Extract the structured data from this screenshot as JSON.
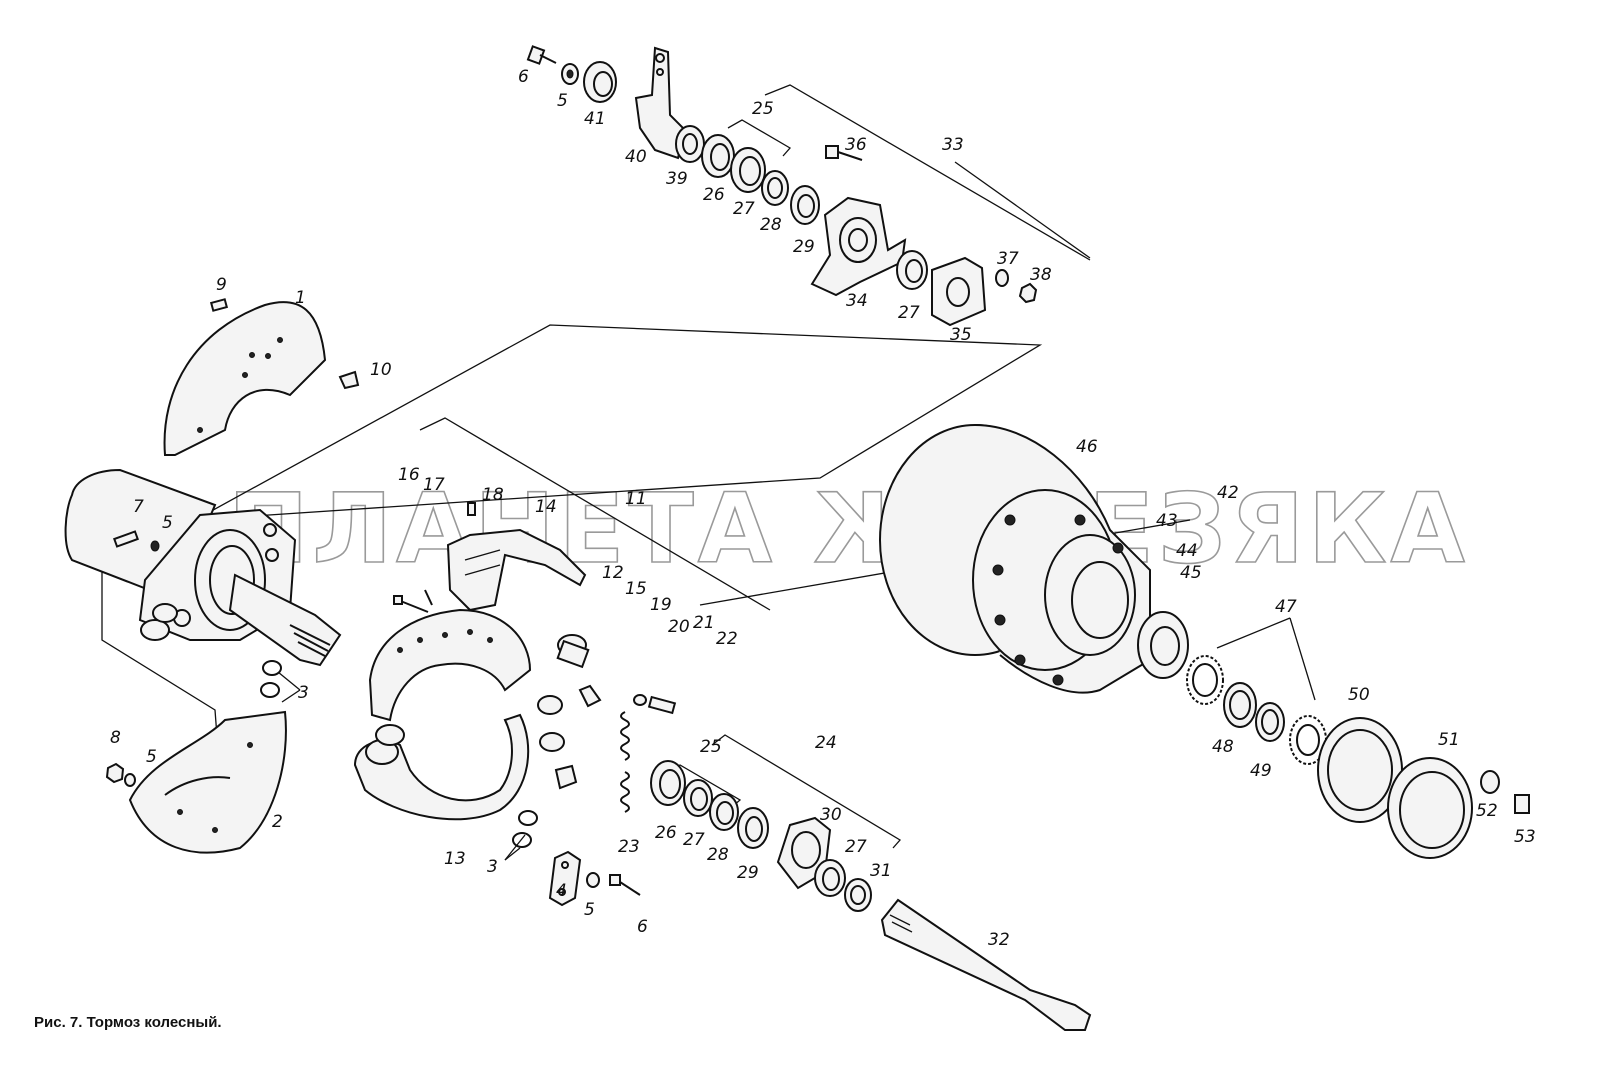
{
  "caption": "Рис. 7. Тормоз колесный.",
  "watermark": "ПЛАНЕТА ЖЕЛЕЗЯКА",
  "callouts": {
    "n1": "1",
    "n2": "2",
    "n3a": "3",
    "n3b": "3",
    "n4": "4",
    "n5a": "5",
    "n5b": "5",
    "n5c": "5",
    "n5d": "5",
    "n6a": "6",
    "n6b": "6",
    "n7": "7",
    "n8": "8",
    "n9": "9",
    "n10": "10",
    "n11": "11",
    "n12": "12",
    "n13": "13",
    "n14": "14",
    "n15": "15",
    "n16": "16",
    "n17": "17",
    "n18": "18",
    "n19": "19",
    "n20": "20",
    "n21": "21",
    "n22": "22",
    "n23": "23",
    "n24": "24",
    "n25a": "25",
    "n25b": "25",
    "n26a": "26",
    "n26b": "26",
    "n27a": "27",
    "n27b": "27",
    "n27c": "27",
    "n27d": "27",
    "n28a": "28",
    "n28b": "28",
    "n29a": "29",
    "n29b": "29",
    "n30": "30",
    "n31": "31",
    "n32": "32",
    "n33": "33",
    "n34": "34",
    "n35": "35",
    "n36": "36",
    "n37": "37",
    "n38": "38",
    "n39": "39",
    "n40": "40",
    "n41": "41",
    "n42": "42",
    "n43": "43",
    "n44": "44",
    "n45": "45",
    "n46": "46",
    "n47": "47",
    "n48": "48",
    "n49": "49",
    "n50": "50",
    "n51": "51",
    "n52": "52",
    "n53": "53"
  }
}
